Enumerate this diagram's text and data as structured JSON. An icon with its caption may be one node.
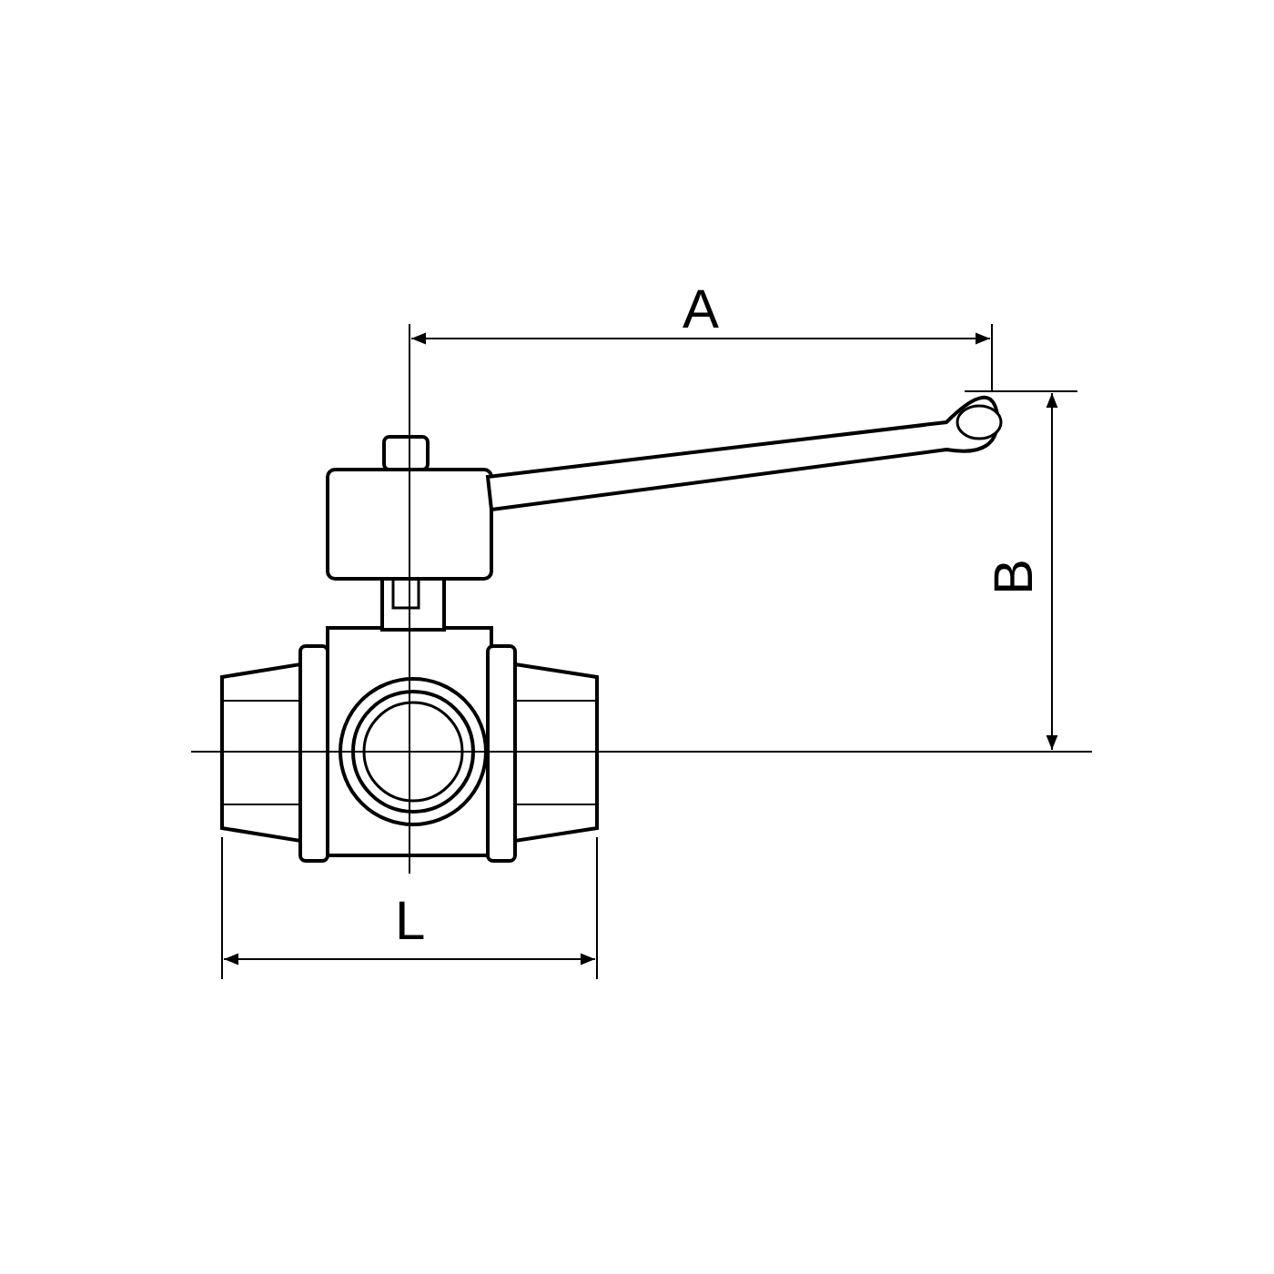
{
  "diagram": {
    "labels": [
      "A",
      "B",
      "L"
    ]
  }
}
